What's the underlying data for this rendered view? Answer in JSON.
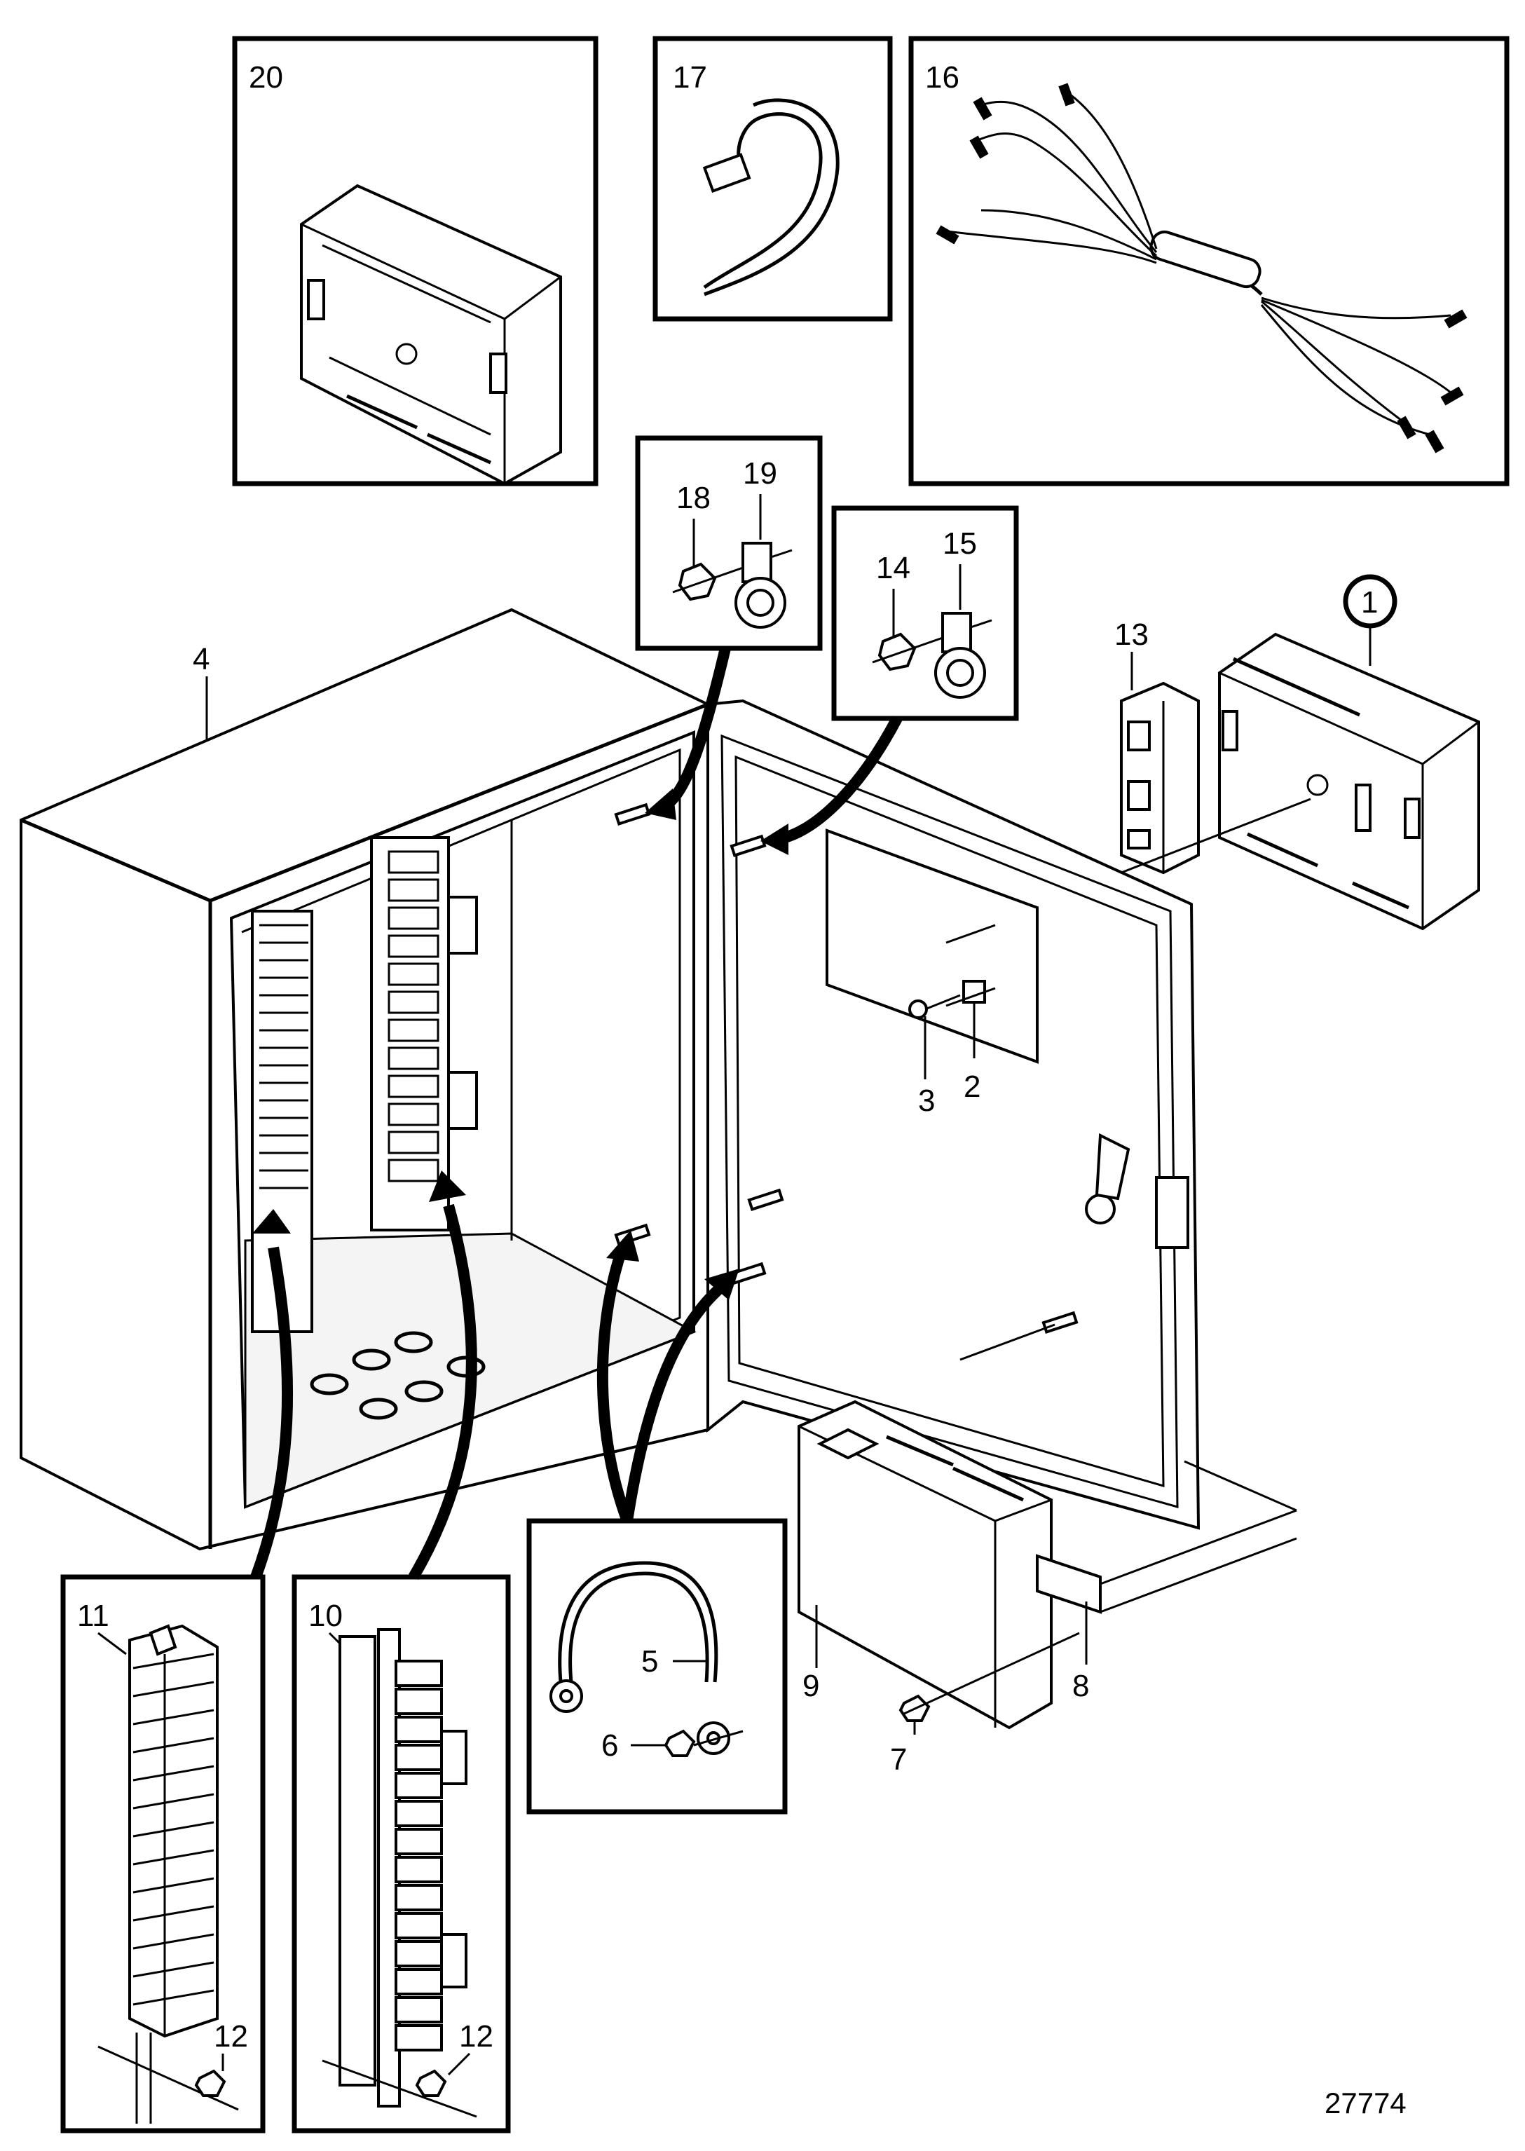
{
  "figure": {
    "drawing_number": "27774",
    "callouts": [
      "1",
      "2",
      "3",
      "4",
      "5",
      "6",
      "7",
      "8",
      "9",
      "10",
      "11",
      "12",
      "12",
      "13",
      "14",
      "15",
      "16",
      "17",
      "18",
      "19",
      "20"
    ]
  },
  "inset_labels": {
    "p20": "20",
    "p17": "17",
    "p16": "16",
    "p18_19_a": "18",
    "p18_19_b": "19",
    "p14_15_a": "14",
    "p14_15_b": "15",
    "p5_6_a": "5",
    "p5_6_b": "6",
    "p11_12_a": "11",
    "p11_12_b": "12",
    "p10_12_a": "10",
    "p10_12_b": "12"
  },
  "main_labels": {
    "l1": "1",
    "l2": "2",
    "l3": "3",
    "l4": "4",
    "l7": "7",
    "l8": "8",
    "l9": "9",
    "l13": "13"
  },
  "colors": {
    "ink": "#000000",
    "paper": "#ffffff",
    "shade": "#e8e8e8"
  }
}
